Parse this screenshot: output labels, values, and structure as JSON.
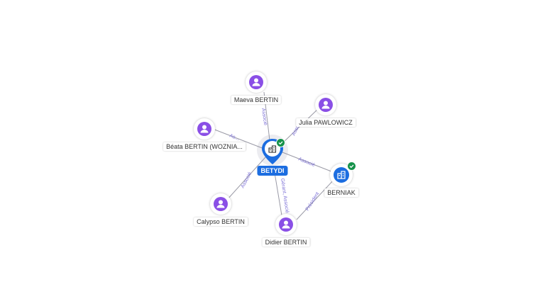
{
  "main_company": {
    "name": "BETYDI",
    "verified": true
  },
  "nodes": [
    {
      "id": "maeva",
      "type": "person",
      "label": "Maeva BERTIN"
    },
    {
      "id": "julia",
      "type": "person",
      "label": "Julia PAWLOWICZ"
    },
    {
      "id": "beata",
      "type": "person",
      "label": "Béata BERTIN (WOZNIA..."
    },
    {
      "id": "calypso",
      "type": "person",
      "label": "Calypso BERTIN"
    },
    {
      "id": "didier",
      "type": "person",
      "label": "Didier BERTIN"
    },
    {
      "id": "berniak",
      "type": "company",
      "label": "BERNIAK",
      "verified": true
    }
  ],
  "edges": [
    {
      "from": "maeva",
      "to": "betydi",
      "label": "Associé"
    },
    {
      "from": "julia",
      "to": "betydi",
      "label": "Associé"
    },
    {
      "from": "beata",
      "to": "betydi",
      "label": "As..."
    },
    {
      "from": "calypso",
      "to": "betydi",
      "label": "Associé"
    },
    {
      "from": "didier",
      "to": "betydi",
      "label": "Gérant, Associé"
    },
    {
      "from": "berniak",
      "to": "betydi",
      "label": "Associé"
    },
    {
      "from": "didier",
      "to": "berniak",
      "label": "Président"
    }
  ],
  "colors": {
    "person": "#8a4fe6",
    "company": "#1c6de0",
    "verified": "#16924a",
    "edge_label": "#7b6fd6"
  }
}
